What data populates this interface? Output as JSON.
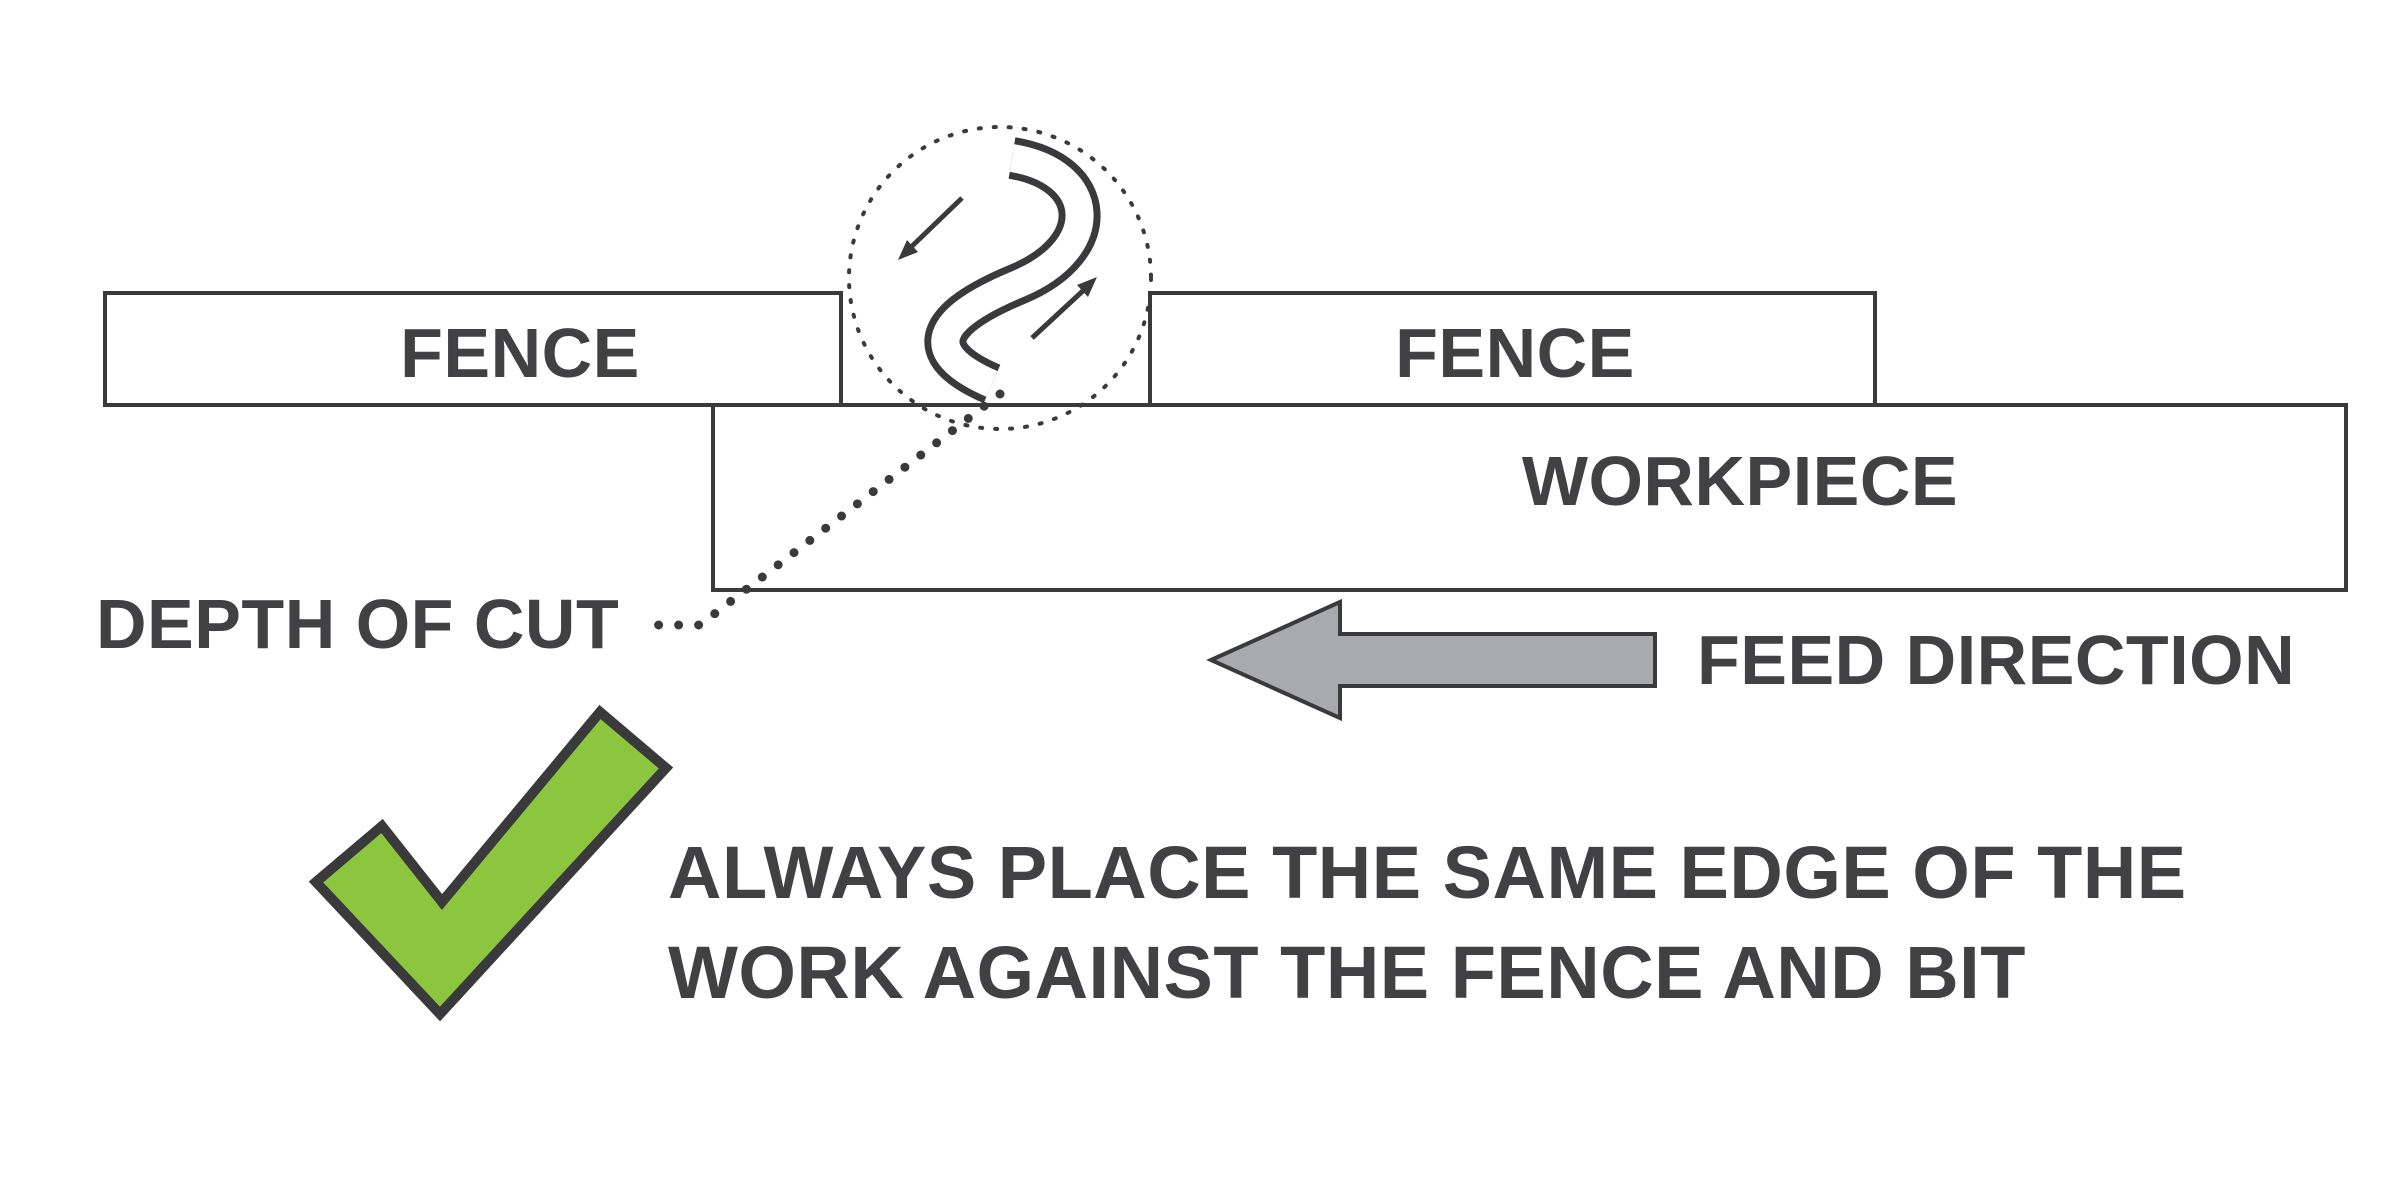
{
  "diagram": {
    "labels": {
      "fence_left": "FENCE",
      "fence_right": "FENCE",
      "workpiece": "WORKPIECE",
      "depth_of_cut": "DEPTH OF CUT",
      "feed_direction": "FEED DIRECTION"
    },
    "caption": {
      "line1": "ALWAYS PLACE THE SAME EDGE OF THE",
      "line2": "WORK AGAINST THE FENCE AND BIT"
    },
    "icons": {
      "router_bit": "router-bit-icon",
      "bit_rotation_left": "rotation-arrow-left-icon",
      "bit_rotation_right": "rotation-arrow-right-icon",
      "feed_arrow": "feed-direction-left-arrow-icon",
      "approval_check": "green-checkmark-icon"
    },
    "colors": {
      "outline": "#3a3a3c",
      "text": "#414042",
      "feed_arrow_fill": "#a8aaad",
      "check_green": "#8cc63e",
      "box_fill": "#ffffff",
      "background": "#ffffff"
    }
  }
}
